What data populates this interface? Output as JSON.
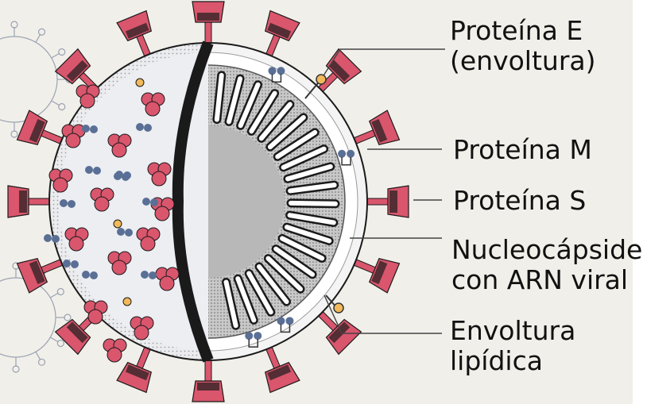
{
  "labels": [
    {
      "line1": "Proteína E",
      "line2": "(envoltura)"
    },
    {
      "line1": "Proteína M"
    },
    {
      "line1": "Proteína S"
    },
    {
      "line1": "Nucleocápside",
      "line2": "con ARN viral"
    },
    {
      "line1": "Envoltura",
      "line2": "lipídica"
    }
  ],
  "colors": {
    "background": "#f1efe9",
    "spike": "#d9566d",
    "spike_dark": "#1c1c1c",
    "envelope": "#ffffff",
    "capsid": "#b9b9b9",
    "membrane_protein": "#5a6f95",
    "e_protein": "#f2b95a",
    "outline": "#1a1a1a"
  },
  "icons": [
    "spike-protein-icon",
    "m-protein-icon",
    "e-protein-icon",
    "nucleocapsid-coil-icon",
    "background-virus-icon"
  ]
}
